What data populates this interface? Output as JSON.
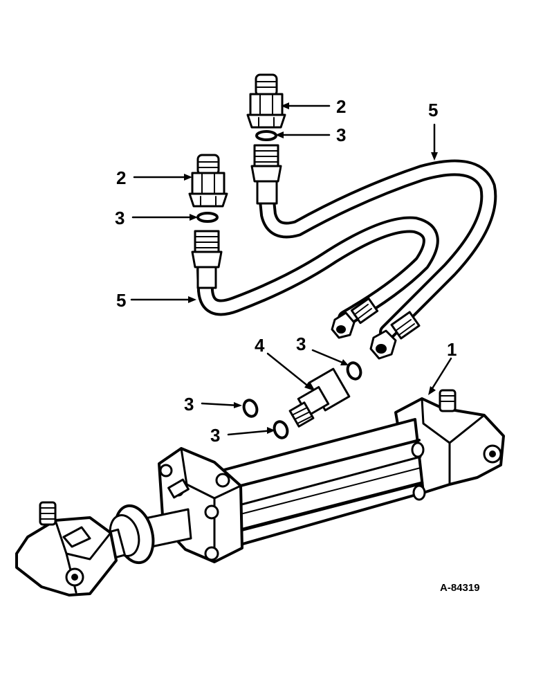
{
  "callouts": {
    "c1": "1",
    "c2a": "2",
    "c2b": "2",
    "c3a": "3",
    "c3b": "3",
    "c3c": "3",
    "c3d": "3",
    "c3e": "3",
    "c4": "4",
    "c5a": "5",
    "c5b": "5"
  },
  "reference_number": "A-84319"
}
